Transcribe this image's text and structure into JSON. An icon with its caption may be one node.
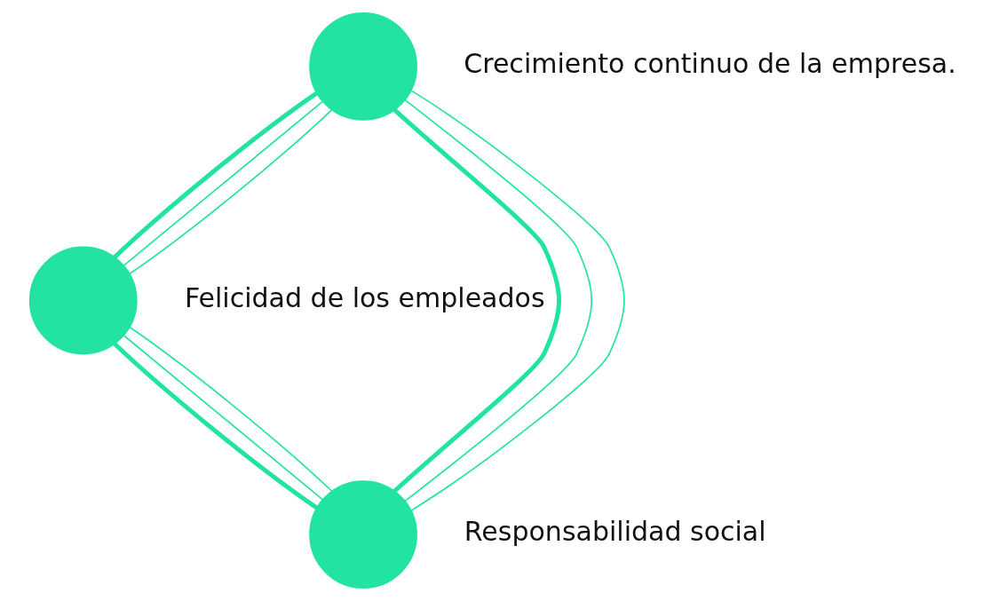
{
  "diagram": {
    "nodes": [
      {
        "text": [],
        "shape": "circle",
        "beside": [
          "Felicidad de los empleados"
        ]
      },
      {
        "text": [],
        "shape": "circle",
        "beside": [
          "Crecimiento continuo de la empresa."
        ]
      },
      {
        "text": [],
        "shape": "circle",
        "beside": [
          "Responsabilidad social"
        ]
      }
    ],
    "edges": [
      {
        "from": 1,
        "to": 0,
        "arrow": "none",
        "style": "thick"
      },
      {
        "from": 1,
        "to": 0,
        "arrow": "none"
      },
      {
        "from": 1,
        "to": 0,
        "arrow": "none"
      },
      {
        "from": 0,
        "to": 2,
        "arrow": "none",
        "style": "thick"
      },
      {
        "from": 0,
        "to": 2,
        "arrow": "none"
      },
      {
        "from": 0,
        "to": 2,
        "arrow": "none"
      },
      {
        "from": 1,
        "to": 2,
        "arrow": "none",
        "style": "thick"
      },
      {
        "from": 1,
        "to": 2,
        "arrow": "none"
      },
      {
        "from": 1,
        "to": 2,
        "arrow": "none"
      }
    ]
  }
}
